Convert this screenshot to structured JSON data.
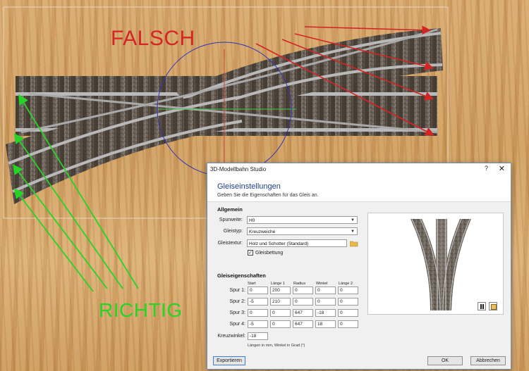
{
  "annotations": {
    "wrong": "FALSCH",
    "right": "RICHTIG"
  },
  "colors": {
    "wrong": "#d42525",
    "right": "#26d426",
    "heading": "#1e3f8c"
  },
  "dialog": {
    "title": "3D-Modellbahn Studio",
    "help": "?",
    "close": "✕",
    "heading": "Gleiseinstellungen",
    "subheading": "Geben Sie die Eigenschaften für das Gleis an.",
    "general": {
      "section": "Allgemein",
      "gauge_label": "Spurweite:",
      "gauge_value": "H0",
      "type_label": "Gleistyp:",
      "type_value": "Kreuzweiche",
      "texture_label": "Gleistextur:",
      "texture_value": "Holz und Schotter (Standard)",
      "ballast_checked": true,
      "ballast_label": "Gleisbettung"
    },
    "props": {
      "section": "Gleiseigenschaften",
      "columns": [
        "Start",
        "Länge 1",
        "Radius",
        "Winkel",
        "Länge 2"
      ],
      "rows": [
        {
          "label": "Spur 1:",
          "values": [
            "0",
            "200",
            "0",
            "0",
            "0"
          ]
        },
        {
          "label": "Spur 2:",
          "values": [
            "-5",
            "210",
            "0",
            "0",
            "0"
          ]
        },
        {
          "label": "Spur 3:",
          "values": [
            "0",
            "0",
            "647",
            "-18",
            "0"
          ]
        },
        {
          "label": "Spur 4:",
          "values": [
            "-5",
            "0",
            "647",
            "18",
            "0"
          ]
        }
      ],
      "cross_label": "Kreuzwinkel:",
      "cross_value": "-18",
      "unit_note": "Längen in mm, Winkel in Grad (°)"
    },
    "buttons": {
      "export": "Exportieren",
      "ok": "OK",
      "cancel": "Abbrechen"
    },
    "icons": [
      "folder-icon",
      "checkbox-icon",
      "preview-view-icon",
      "preview-settings-icon"
    ]
  }
}
